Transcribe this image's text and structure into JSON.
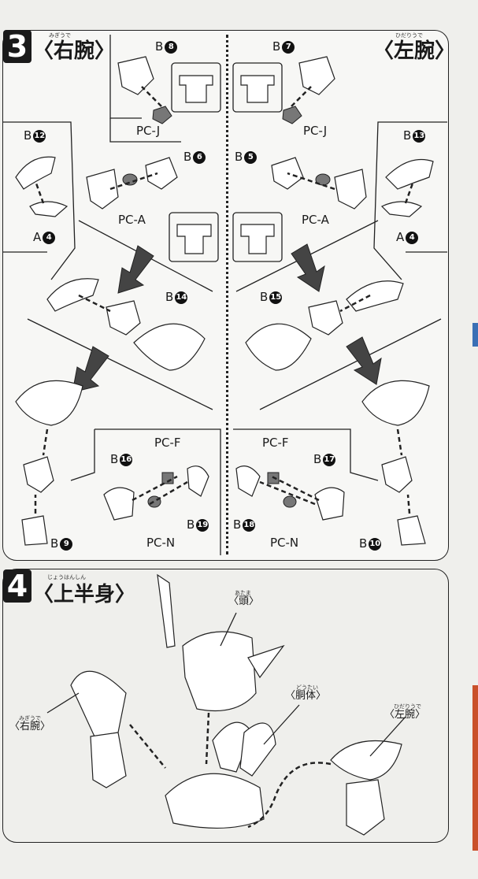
{
  "step3": {
    "number": "3",
    "title_right_arm": "〈右腕〉",
    "ruby_right_arm": "みぎうで",
    "title_left_arm": "〈左腕〉",
    "ruby_left_arm": "ひだりうで",
    "labels": {
      "b8": "B",
      "b8_num": "8",
      "b7": "B",
      "b7_num": "7",
      "pcj_left": "PC-J",
      "pcj_right": "PC-J",
      "b12": "B",
      "b12_num": "12",
      "b13": "B",
      "b13_num": "13",
      "b6": "B",
      "b6_num": "6",
      "b5": "B",
      "b5_num": "5",
      "pca_left": "PC-A",
      "pca_right": "PC-A",
      "a4_left": "A",
      "a4_left_num": "4",
      "a4_right": "A",
      "a4_right_num": "4",
      "b14": "B",
      "b14_num": "14",
      "b15": "B",
      "b15_num": "15",
      "pcf_left": "PC-F",
      "pcf_right": "PC-F",
      "b16": "B",
      "b16_num": "16",
      "b17": "B",
      "b17_num": "17",
      "b19": "B",
      "b19_num": "19",
      "b18": "B",
      "b18_num": "18",
      "pcn_left": "PC-N",
      "pcn_right": "PC-N",
      "b9": "B",
      "b9_num": "9",
      "b10": "B",
      "b10_num": "10"
    }
  },
  "step4": {
    "number": "4",
    "title": "〈上半身〉",
    "ruby": "じょうはんしん",
    "head": "〈頭〉",
    "head_ruby": "あたま",
    "torso": "〈胴体〉",
    "torso_ruby": "どうたい",
    "right_arm": "〈右腕〉",
    "right_arm_ruby": "みぎうで",
    "left_arm": "〈左腕〉",
    "left_arm_ruby": "ひだりうで"
  }
}
